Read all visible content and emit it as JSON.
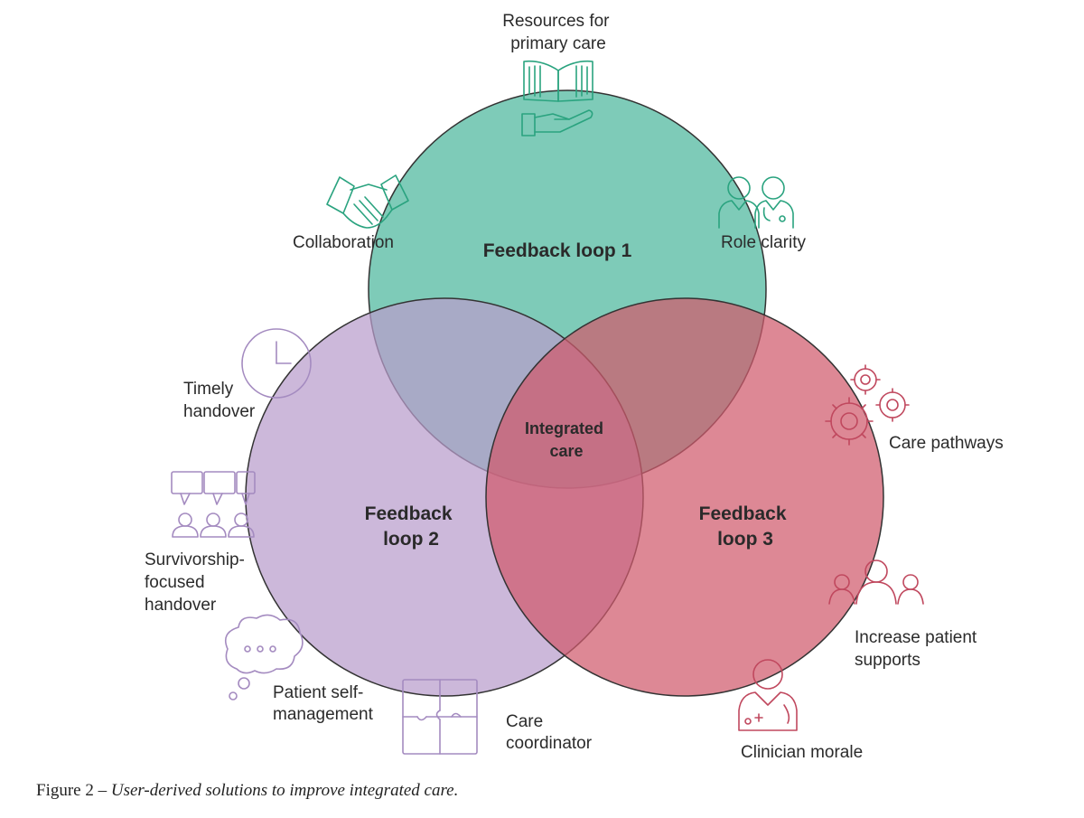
{
  "diagram": {
    "circles": {
      "loop1": {
        "lines": [
          "Feedback loop 1"
        ],
        "color": "#7ecbb8"
      },
      "loop2": {
        "lines": [
          "Feedback",
          "loop 2"
        ],
        "color": "#c9b1d6"
      },
      "loop3": {
        "lines": [
          "Feedback",
          "loop 3"
        ],
        "color": "#de7f8b"
      }
    },
    "center": {
      "lines": [
        "Integrated",
        "care"
      ]
    },
    "labels": {
      "resources": [
        "Resources for",
        "primary care"
      ],
      "collaboration": [
        "Collaboration"
      ],
      "role_clarity": [
        "Role clarity"
      ],
      "timely_handover": [
        "Timely",
        "handover"
      ],
      "survivorship": [
        "Survivorship-",
        "focused",
        "handover"
      ],
      "patient_self_management": [
        "Patient self-",
        "management"
      ],
      "care_coordinator": [
        "Care",
        "coordinator"
      ],
      "care_pathways": [
        "Care pathways"
      ],
      "increase_patient_supports": [
        "Increase patient",
        "supports"
      ],
      "clinician_morale": [
        "Clinician morale"
      ]
    },
    "icons": {
      "resources": "open-book-hand-icon",
      "collaboration": "handshake-icon",
      "role_clarity": "clinicians-icon",
      "timely_handover": "clock-icon",
      "survivorship": "group-discussion-icon",
      "patient_self_management": "thought-bubble-icon",
      "care_coordinator": "puzzle-icon",
      "care_pathways": "gears-icon",
      "increase_patient_supports": "people-group-icon",
      "clinician_morale": "doctor-icon"
    },
    "icon_colors": {
      "loop1": "#2aa37f",
      "loop2": "#a48bc0",
      "loop3": "#c0485e"
    }
  },
  "caption": {
    "prefix": "Figure 2 – ",
    "text": "User-derived solutions to improve integrated care."
  }
}
